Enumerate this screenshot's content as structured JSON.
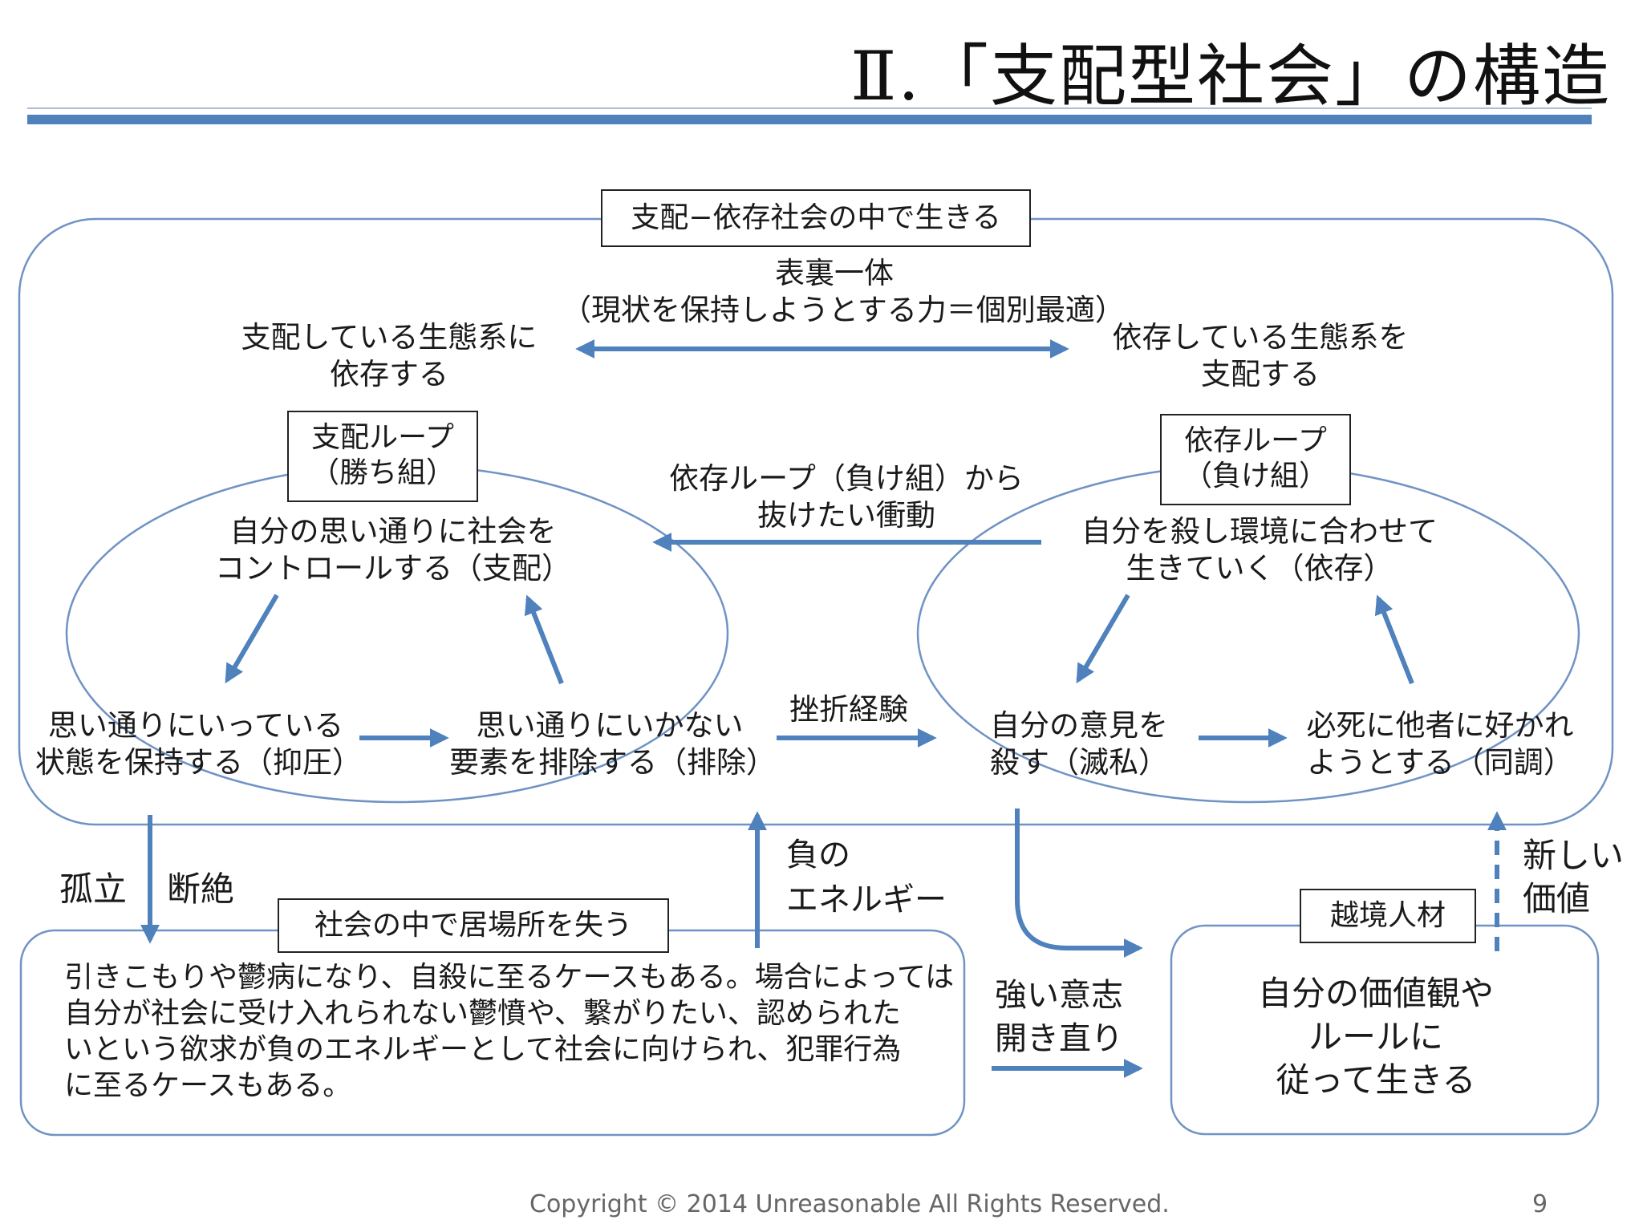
{
  "slide_title": "Ⅱ.「支配型社会」の構造",
  "outer_label": "支配−依存社会の中で生きる",
  "top_center": {
    "line1": "表裏一体",
    "line2": "（現状を保持しようとする力＝個別最適）"
  },
  "top_left": {
    "line1": "支配している生態系に",
    "line2": "依存する"
  },
  "top_right": {
    "line1": "依存している生態系を",
    "line2": "支配する"
  },
  "dominance_loop": {
    "label_line1": "支配ループ",
    "label_line2": "（勝ち組）",
    "top_line1": "自分の思い通りに社会を",
    "top_line2": "コントロールする（支配）",
    "left_line1": "思い通りにいっている",
    "left_line2": "状態を保持する（抑圧）",
    "right_line1": "思い通りにいかない",
    "right_line2": "要素を排除する（排除）"
  },
  "dependence_loop": {
    "label_line1": "依存ループ",
    "label_line2": "（負け組）",
    "top_line1": "自分を殺し環境に合わせて",
    "top_line2": "生きていく（依存）",
    "left_line1": "自分の意見を",
    "left_line2": "殺す（滅私）",
    "right_line1": "必死に他者に好かれ",
    "right_line2": "ようとする（同調）"
  },
  "escape_impulse": {
    "line1": "依存ループ（負け組）から",
    "line2": "抜けたい衝動"
  },
  "setback": "挫折経験",
  "isolation": "孤立",
  "severance": "断絶",
  "negative_energy": {
    "line1": "負の",
    "line2": "エネルギー"
  },
  "lose_place": {
    "label": "社会の中で居場所を失う",
    "lines": [
      "引きこもりや鬱病になり、自殺に至るケースもある。場合によっては",
      "自分が社会に受け入れられない鬱憤や、繋がりたい、認められた",
      "いという欲求が負のエネルギーとして社会に向けられ、犯罪行為",
      "に至るケースもある。"
    ]
  },
  "strong_will": {
    "line1": "強い意志",
    "line2": "開き直り"
  },
  "border_talent": {
    "label": "越境人材",
    "line1": "自分の価値観や",
    "line2": "ルールに",
    "line3": "従って生きる"
  },
  "new_value": {
    "line1": "新しい",
    "line2": "価値"
  },
  "footer": "Copyright © 2014 Unreasonable All Rights Reserved.",
  "page_number": "9",
  "colors": {
    "accent": "#4f81bd",
    "rule_light": "#a9bfd8",
    "text": "#1a1a1a"
  }
}
